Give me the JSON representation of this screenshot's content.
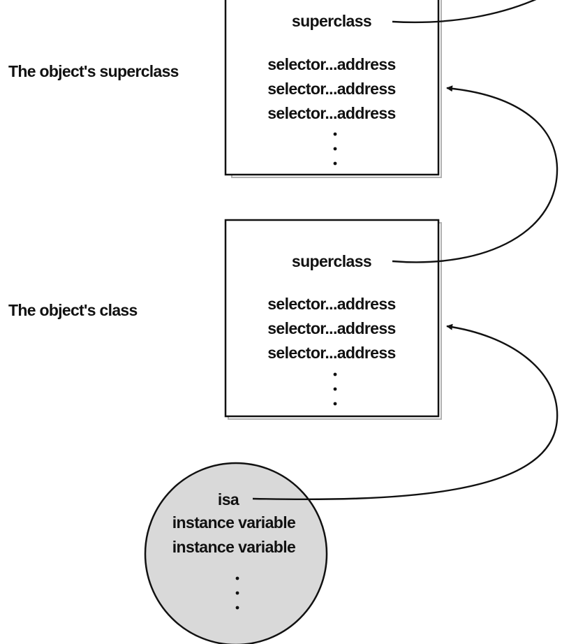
{
  "side_labels": {
    "superclass": "The object's superclass",
    "class": "The object's class"
  },
  "superclass_box": {
    "superclass_label": "superclass",
    "rows": [
      "selector...address",
      "selector...address",
      "selector...address"
    ]
  },
  "class_box": {
    "superclass_label": "superclass",
    "rows": [
      "selector...address",
      "selector...address",
      "selector...address"
    ]
  },
  "instance": {
    "isa_label": "isa",
    "rows": [
      "instance variable",
      "instance variable"
    ],
    "fill_color": "#d9d9d9"
  }
}
